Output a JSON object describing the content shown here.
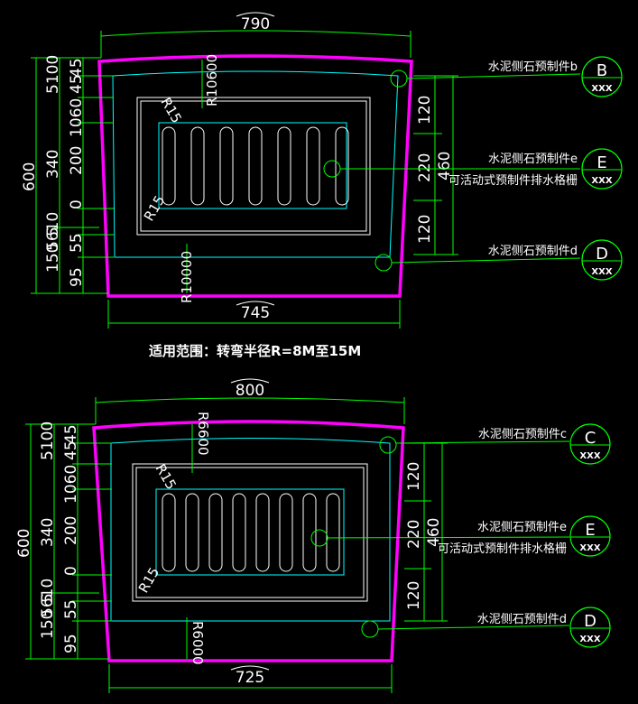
{
  "colors": {
    "background": "#000000",
    "outline": "#ff00ff",
    "inner_frame": "#00ffff",
    "dimension": "#00ff00",
    "grate": "#ffffff",
    "text": "#ffffff"
  },
  "top_detail": {
    "top_width": "790",
    "bottom_width": "745",
    "left_total": "600",
    "left_mid": [
      "340",
      "150"
    ],
    "left_small": [
      "5100",
      "1060",
      "200",
      "5610",
      "55",
      "95"
    ],
    "left_extra": [
      "45",
      "45",
      "0",
      "5"
    ],
    "radius_top": "R10600",
    "radius_bottom": "R10000",
    "radius_corner_1": "R15",
    "radius_corner_2": "R15",
    "right_dims": [
      "120",
      "220",
      "120"
    ],
    "right_total": "460",
    "notes": [
      "水泥侧石预制件b",
      "水泥侧石预制件e",
      "可活动式预制件排水格栅",
      "水泥侧石预制件d"
    ],
    "tags": [
      {
        "letter": "B",
        "sub": "XXX"
      },
      {
        "letter": "E",
        "sub": "XXX"
      },
      {
        "letter": "D",
        "sub": "XXX"
      }
    ],
    "scope": "适用范围：转弯半径R=8M至15M"
  },
  "bottom_detail": {
    "top_width": "800",
    "bottom_width": "725",
    "left_total": "600",
    "left_mid": [
      "340",
      "150"
    ],
    "left_small": [
      "5100",
      "1060",
      "200",
      "5610",
      "55",
      "95"
    ],
    "left_extra": [
      "45",
      "45",
      "0",
      "5"
    ],
    "radius_top": "R6600",
    "radius_bottom": "R6000",
    "radius_corner_1": "R15",
    "radius_corner_2": "R15",
    "right_dims": [
      "120",
      "220",
      "120"
    ],
    "right_total": "460",
    "notes": [
      "水泥侧石预制件c",
      "水泥侧石预制件e",
      "可活动式预制件排水格栅",
      "水泥侧石预制件d"
    ],
    "tags": [
      {
        "letter": "C",
        "sub": "XXX"
      },
      {
        "letter": "E",
        "sub": "XXX"
      },
      {
        "letter": "D",
        "sub": "XXX"
      }
    ]
  }
}
